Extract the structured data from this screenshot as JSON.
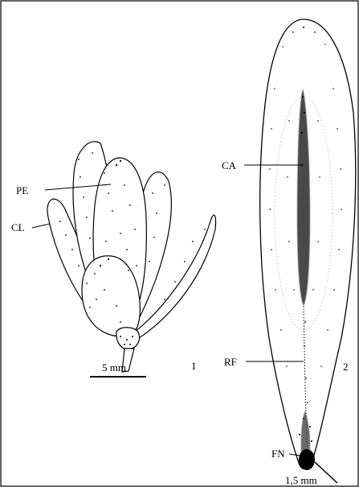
{
  "figure": {
    "labels": {
      "pe": "PE",
      "cl": "CL",
      "ca": "CA",
      "rf": "RF",
      "fn": "FN"
    },
    "panels": {
      "panel_1": "1",
      "panel_2": "2"
    },
    "scale_bars": {
      "left": "5 mm",
      "right": "1,5 mm"
    }
  }
}
